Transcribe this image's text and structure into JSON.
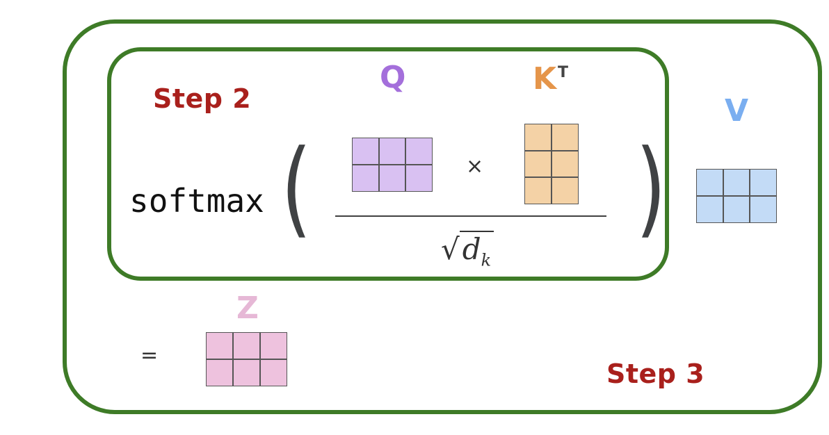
{
  "steps": {
    "step2": "Step 2",
    "step3": "Step 3"
  },
  "formula": {
    "function": "softmax",
    "times": "×",
    "equals": "=",
    "denominator_symbol": "d",
    "denominator_subscript": "k"
  },
  "matrices": {
    "q": {
      "label": "Q",
      "color": "#a46fdb",
      "fill": "#d9c1f2",
      "rows": 2,
      "cols": 3
    },
    "kt": {
      "label": "K",
      "superscript": "T",
      "color": "#e5954a",
      "fill": "#f4d2a6",
      "rows": 3,
      "cols": 2
    },
    "v": {
      "label": "V",
      "color": "#7aaef0",
      "fill": "#c3dbf6",
      "rows": 2,
      "cols": 3
    },
    "z": {
      "label": "Z",
      "color": "#e6b8d6",
      "fill": "#eec2de",
      "rows": 2,
      "cols": 3
    }
  }
}
